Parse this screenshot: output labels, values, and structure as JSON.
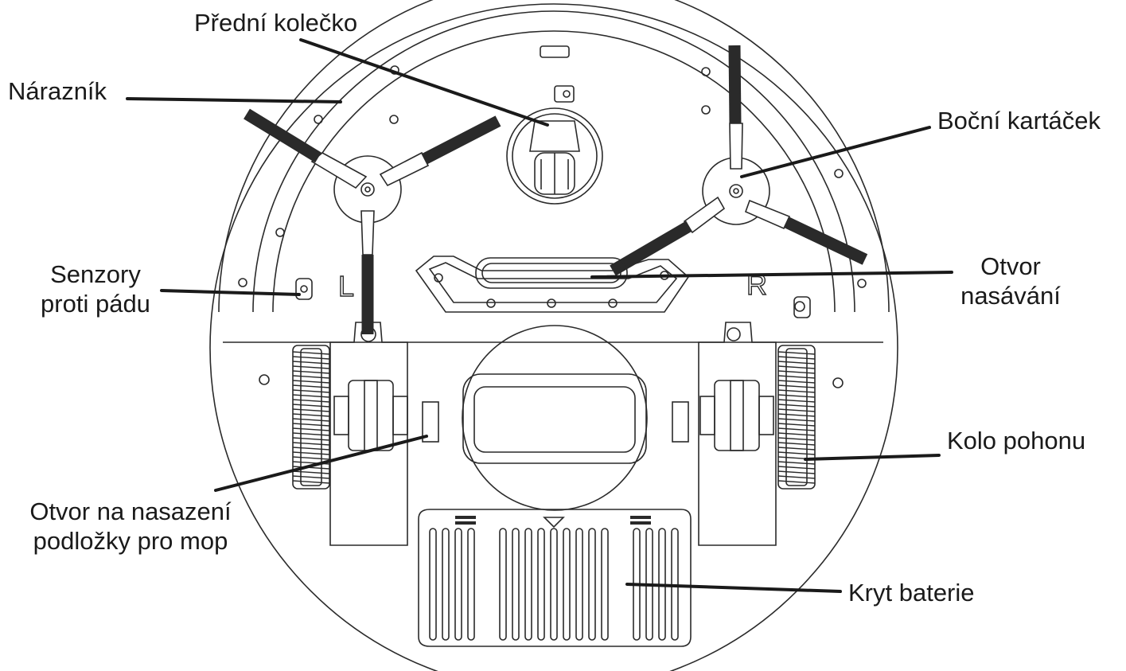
{
  "labels": {
    "front_wheel": "Přední kolečko",
    "bumper": "Nárazník",
    "side_brush": "Boční kartáček",
    "cliff_sensors_line1": "Senzory",
    "cliff_sensors_line2": "proti pádu",
    "suction_opening_line1": "Otvor",
    "suction_opening_line2": "nasávání",
    "drive_wheel": "Kolo pohonu",
    "mop_slot_line1": "Otvor na nasazení",
    "mop_slot_line2": "podložky pro mop",
    "battery_cover": "Kryt baterie"
  },
  "markings": {
    "left": "L",
    "right": "R"
  },
  "colors": {
    "line": "#1a1a1a",
    "outline": "#2a2a2a",
    "background": "#ffffff"
  }
}
